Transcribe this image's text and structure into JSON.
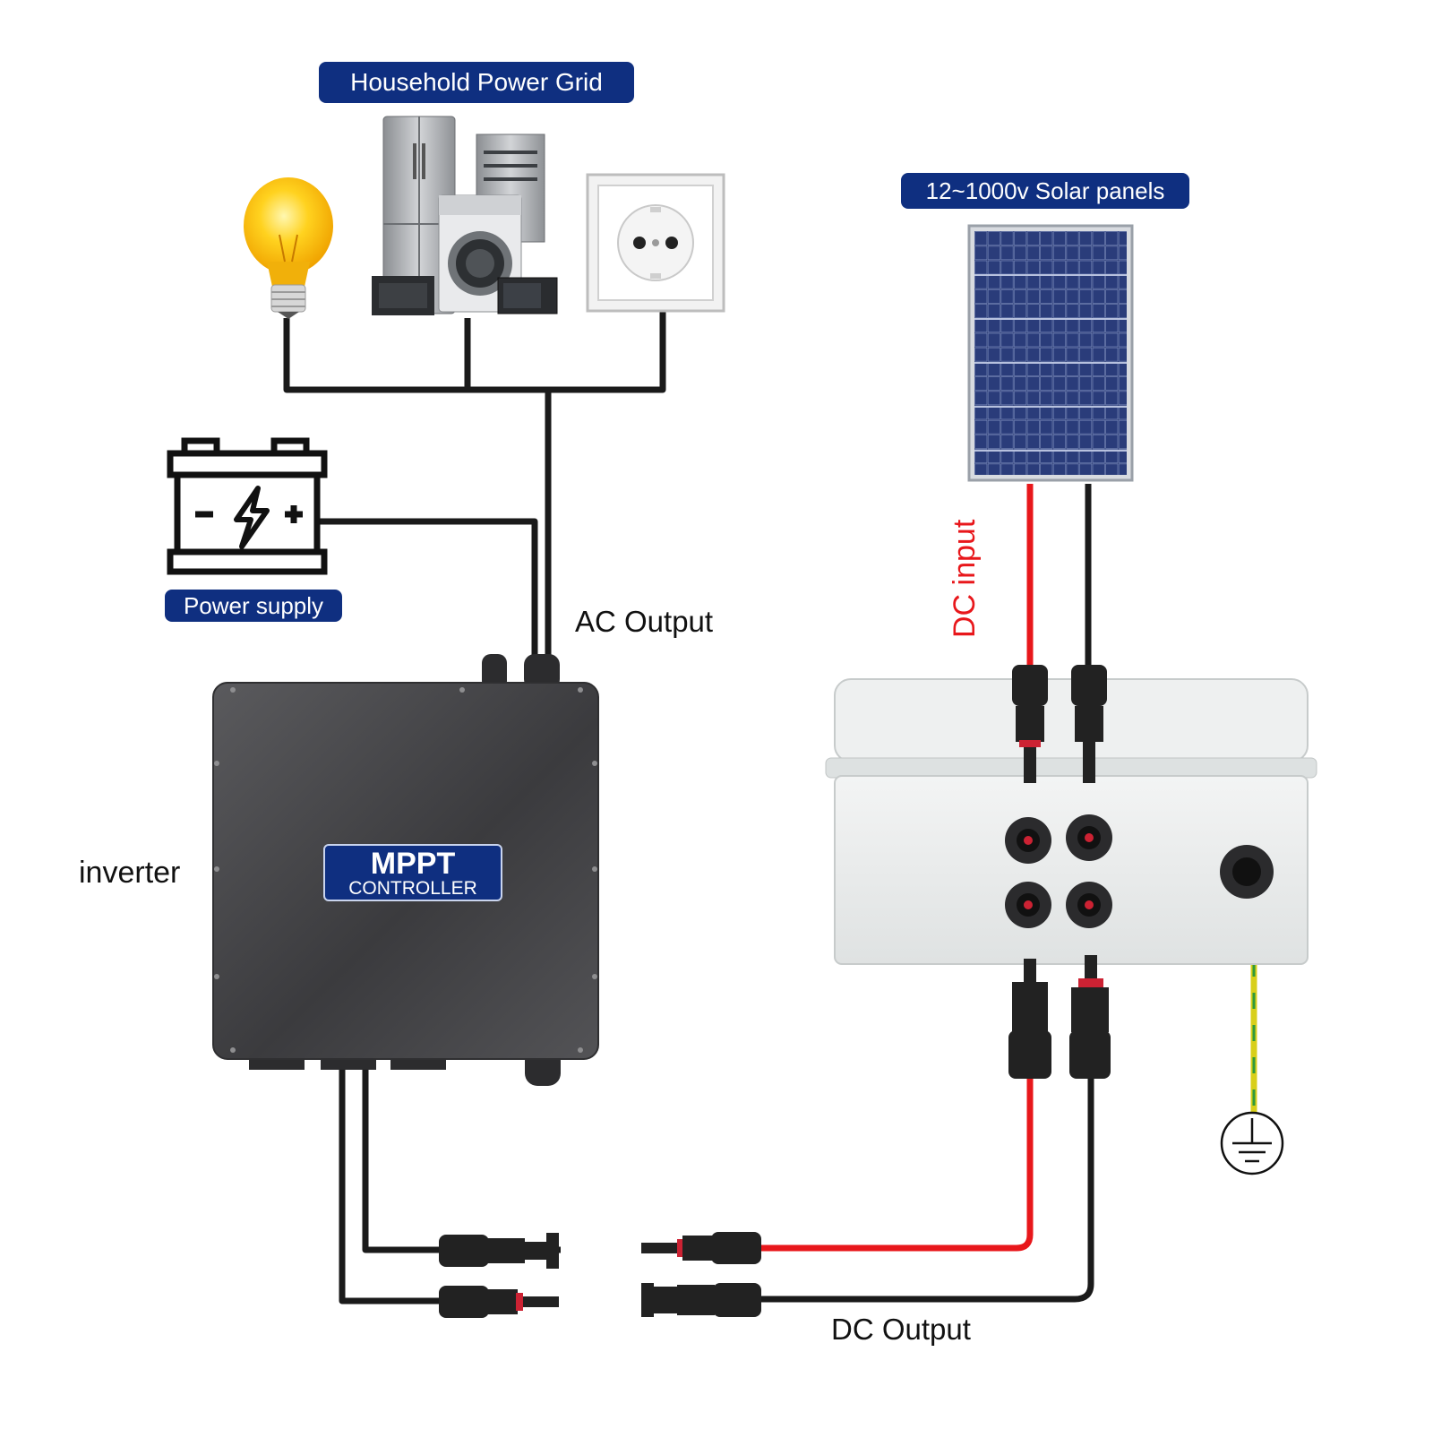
{
  "labels": {
    "household_grid": "Household Power Grid",
    "solar_panels": "12~1000v Solar panels",
    "power_supply": "Power supply",
    "ac_output": "AC Output",
    "dc_input": "DC input",
    "inverter": "inverter",
    "dc_output": "DC Output",
    "mppt_title": "MPPT",
    "mppt_subtitle": "CONTROLLER"
  },
  "colors": {
    "badge_blue": "#0f2f80",
    "wire_black": "#1a1a1a",
    "wire_red": "#e8171b",
    "ground_yellow": "#d8cf1a",
    "ground_green": "#2d9a3a",
    "inverter_body": "#4a4a4c",
    "combiner_box": "#e9ebeb",
    "solar_cell": "#1f2f66"
  },
  "icons": {
    "bulb": "light-bulb-icon",
    "appliances": "home-appliances-icon",
    "socket": "wall-socket-icon",
    "battery": "battery-icon",
    "solar": "solar-panel-icon",
    "ground": "ground-symbol-icon"
  }
}
